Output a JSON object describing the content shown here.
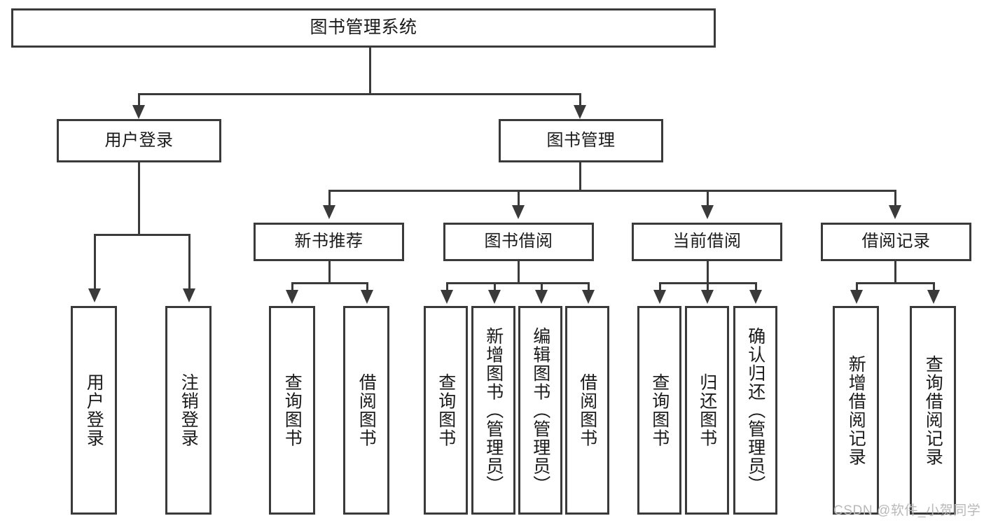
{
  "diagram": {
    "title": "图书管理系统",
    "type": "tree-hierarchy",
    "levels": 4
  },
  "root": {
    "label": "图书管理系统"
  },
  "level2": {
    "user_login": {
      "label": "用户登录"
    },
    "book_manage": {
      "label": "图书管理"
    }
  },
  "level3": {
    "new_book": {
      "label": "新书推荐"
    },
    "borrow": {
      "label": "图书借阅"
    },
    "current": {
      "label": "当前借阅"
    },
    "records": {
      "label": "借阅记录"
    }
  },
  "leaves": {
    "user_login_children": [
      {
        "label": "用户登录"
      },
      {
        "label": "注销登录"
      }
    ],
    "new_book_children": [
      {
        "label": "查询图书"
      },
      {
        "label": "借阅图书"
      }
    ],
    "borrow_children": [
      {
        "label": "查询图书"
      },
      {
        "label": "新增图书（管理员）"
      },
      {
        "label": "编辑图书（管理员）"
      },
      {
        "label": "借阅图书"
      }
    ],
    "current_children": [
      {
        "label": "查询图书"
      },
      {
        "label": "归还图书"
      },
      {
        "label": "确认归还（管理员）"
      }
    ],
    "records_children": [
      {
        "label": "新增借阅记录"
      },
      {
        "label": "查询借阅记录"
      }
    ]
  },
  "watermark": {
    "text": "CSDN @软件_小贺同学"
  },
  "colors": {
    "border": "#3a3a3a",
    "fill": "#ffffff",
    "text": "#1a1a1a",
    "watermark": "#b9b9b9"
  }
}
